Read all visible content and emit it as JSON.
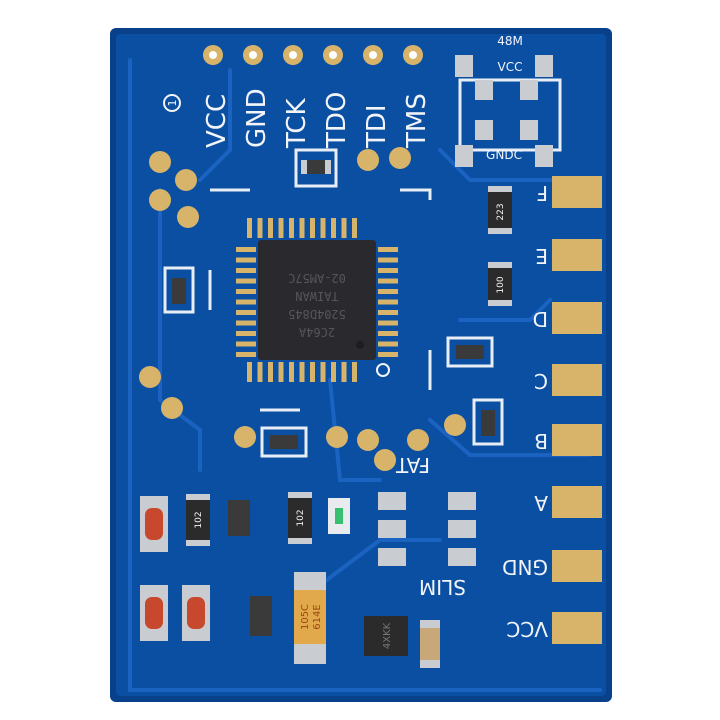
{
  "board": {
    "header_pins": [
      "VCC",
      "GND",
      "TCK",
      "TDO",
      "TDI",
      "TMS"
    ],
    "crystal_label": "48M",
    "crystal_top": "VCC",
    "crystal_bottom": "GNDC",
    "edge_pads": [
      "F",
      "E",
      "D",
      "C",
      "B",
      "A",
      "GND",
      "VCC"
    ],
    "jumper_labels": [
      "FAT",
      "SLIM"
    ],
    "pin1_marker": "1",
    "chip_text": [
      "2C64A",
      "5204D845",
      "TAIWAN",
      "02-AM57C"
    ],
    "resistor_codes": [
      "223",
      "100",
      "102",
      "102"
    ],
    "capacitor_text": [
      "105C",
      "614E"
    ],
    "transistor_text": "4XKK",
    "colors": {
      "board": "#0b4fa3",
      "gold": "#d7b46a",
      "silk": "#f2f4f8",
      "chip": "#2a2a2e"
    }
  }
}
